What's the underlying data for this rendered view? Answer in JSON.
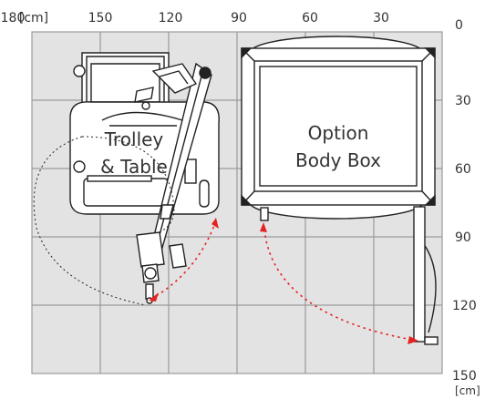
{
  "scale": {
    "unit": "[cm]",
    "top_ticks": [
      "180",
      "150",
      "120",
      "90",
      "60",
      "30",
      "0"
    ],
    "right_ticks": [
      "30",
      "60",
      "90",
      "120",
      "150"
    ],
    "bottom_unit": "[cm]"
  },
  "trolley": {
    "label_line1": "Trolley",
    "label_line2": "& Table"
  },
  "body_box": {
    "label_line1": "Option",
    "label_line2": "Body Box"
  },
  "colors": {
    "grid_fill": "#e3e3e3",
    "grid_line": "#9a9a9a",
    "arrow": "#e52222",
    "outline": "#222222"
  }
}
